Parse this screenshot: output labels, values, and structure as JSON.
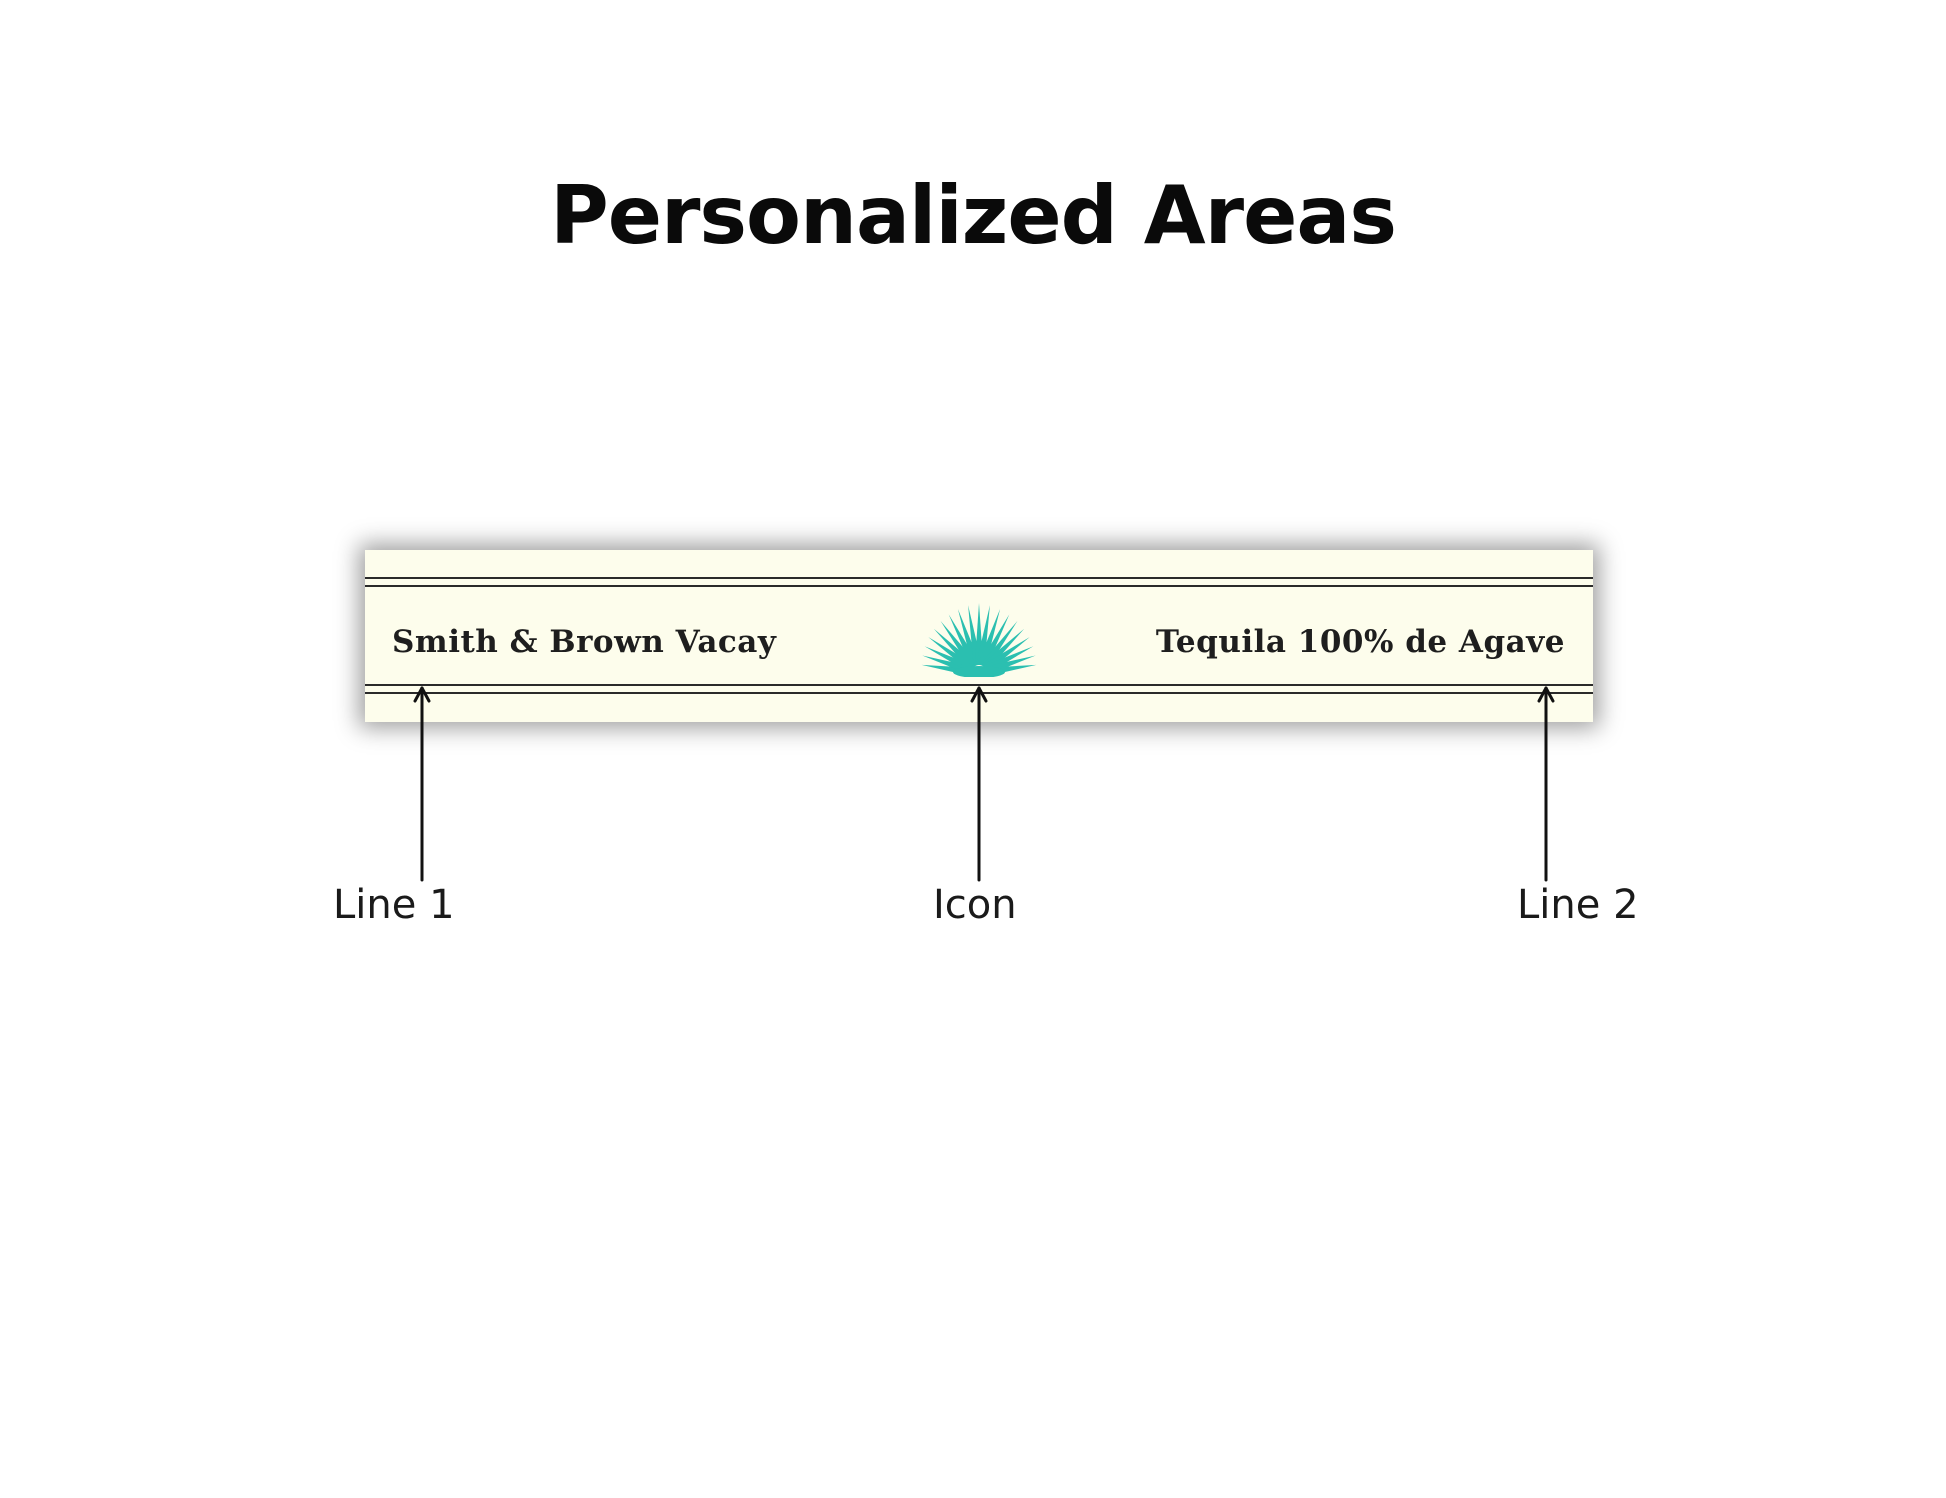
{
  "title": "Personalized Areas",
  "label": {
    "line1_text": "Smith & Brown Vacay",
    "line2_text": "Tequila 100% de Agave",
    "icon": "agave-icon",
    "background_color": "#fdfdec",
    "icon_color": "#2bbfb0",
    "text_color": "#1e1e1e"
  },
  "callouts": [
    {
      "label": "Line 1"
    },
    {
      "label": "Icon"
    },
    {
      "label": "Line 2"
    }
  ]
}
